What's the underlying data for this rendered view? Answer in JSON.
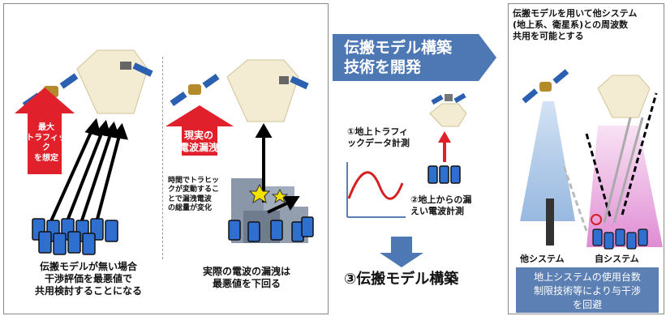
{
  "left_panel": {
    "arrow1_label": "最大\nトラフィック\nを想定",
    "arrow2_label": "現実の\n電波漏洩",
    "traffic_note": "時間でトラヒッ\nクが変動するこ\nとで漏洩電波\nの総量が変化",
    "caption_left": "伝搬モデルが無い場合\n干渉評価を最悪値で\n共用検討することになる",
    "caption_right": "実際の電波の漏洩は\n最悪値を下回る"
  },
  "middle": {
    "banner_text": "伝搬モデル構築\n技術を開発",
    "step1": "①地上トラフィ\nックデータ計測",
    "step2": "②地上からの漏\nえい電波計測",
    "step3": "③伝搬モデル構築"
  },
  "right_panel": {
    "title": "伝搬モデルを用いて他システム\n(地上系、衛星系)との周波数\n共用を可能とする",
    "label_other": "他システム",
    "label_own": "自システム",
    "note": "地上システムの使用台数\n制限技術等により与干渉\nを回避"
  },
  "colors": {
    "accent_blue": "#4e78b4",
    "arrow_red": "#e0202a",
    "signal_red": "#d42020"
  }
}
